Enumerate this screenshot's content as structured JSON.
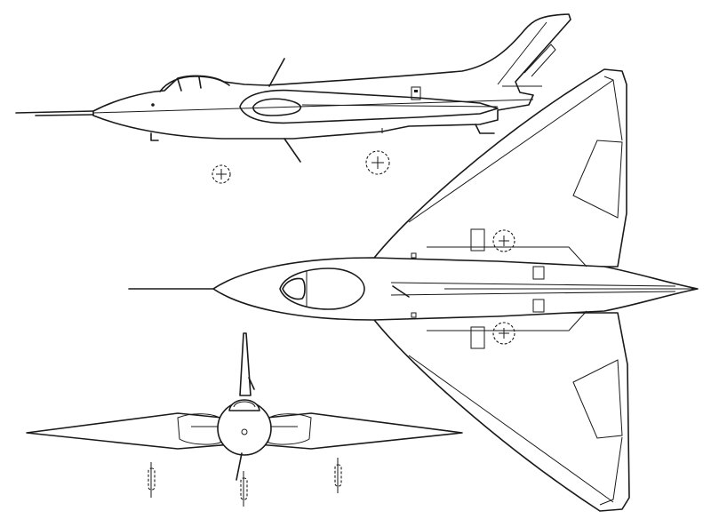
{
  "drawing": {
    "kind": "three-view line drawing",
    "views": [
      "side-view",
      "top-view",
      "front-view"
    ],
    "line_color": "#1a1a1a",
    "background": "#ffffff"
  }
}
